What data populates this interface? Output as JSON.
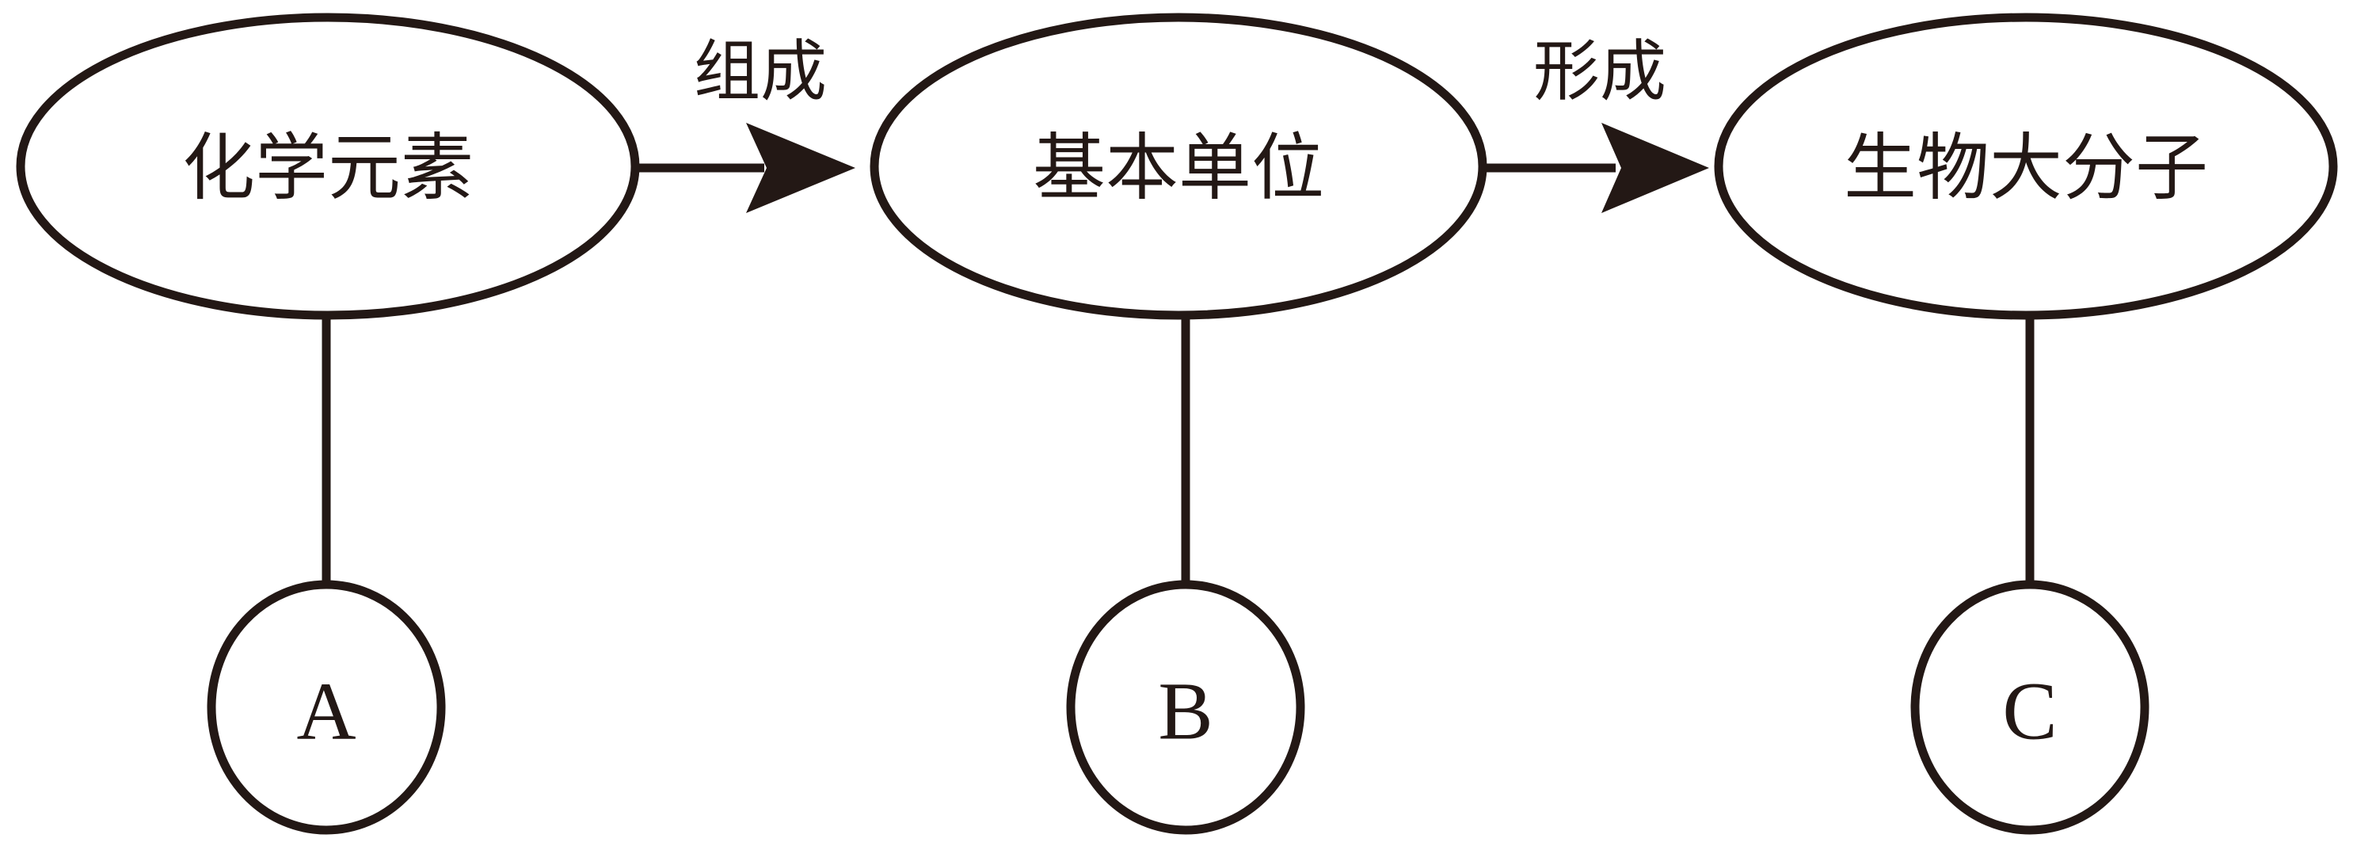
{
  "nodes": {
    "elements": "化学元素",
    "units": "基本单位",
    "macromolecules": "生物大分子"
  },
  "edges": {
    "compose": "组成",
    "form": "形成"
  },
  "leaves": {
    "a": "A",
    "b": "B",
    "c": "C"
  },
  "colors": {
    "stroke": "#231815",
    "background": "#ffffff"
  }
}
